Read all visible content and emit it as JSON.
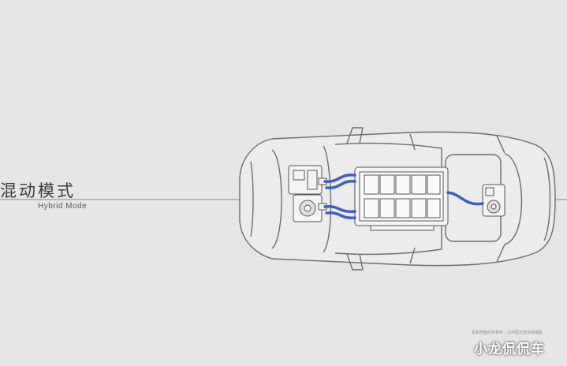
{
  "mode": {
    "title": "混动模式",
    "subtitle": "Hybrid Mode"
  },
  "footer": {
    "disclaimer": "车机界面仅供参考，以中国大陆实际销售",
    "watermark": "小龙侃侃车"
  },
  "colors": {
    "background": "#e6e6e6",
    "outline": "#6d6d6d",
    "component_fill": "#f4f4f4",
    "cable_blue": "#3f5ec4"
  },
  "icons": [
    "car-outline",
    "front-motor-unit",
    "battery-pack",
    "rear-motor-unit",
    "power-cable"
  ]
}
